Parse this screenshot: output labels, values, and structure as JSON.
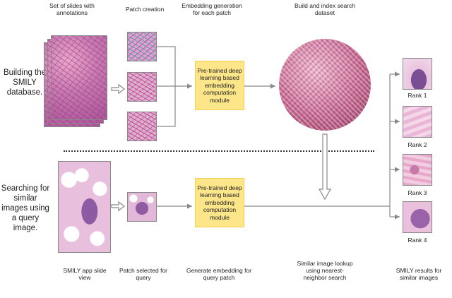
{
  "headers": {
    "slides": "Set of slides with annotations",
    "patch_creation": "Patch creation",
    "embedding_generation": "Embedding generation for each patch",
    "build_index": "Build and index search dataset"
  },
  "row_labels": {
    "building": "Building the SMILY database.",
    "searching": "Searching for similar images using a query image."
  },
  "module_box": {
    "top": "Pre-trained deep learning based embedding computation module",
    "bottom": "Pre-trained deep learning based embedding computation module"
  },
  "captions": {
    "app": "SMILY app slide view",
    "patch_selected": "Patch selected for query",
    "generate": "Generate embedding for query patch",
    "lookup": "Similar image lookup using nearest-neighbor search",
    "results": "SMILY results for similar images"
  },
  "ranks": [
    "Rank 1",
    "Rank 2",
    "Rank 3",
    "Rank 4"
  ],
  "colors": {
    "module_fill": "#fde68a",
    "arrow": "#888888"
  }
}
